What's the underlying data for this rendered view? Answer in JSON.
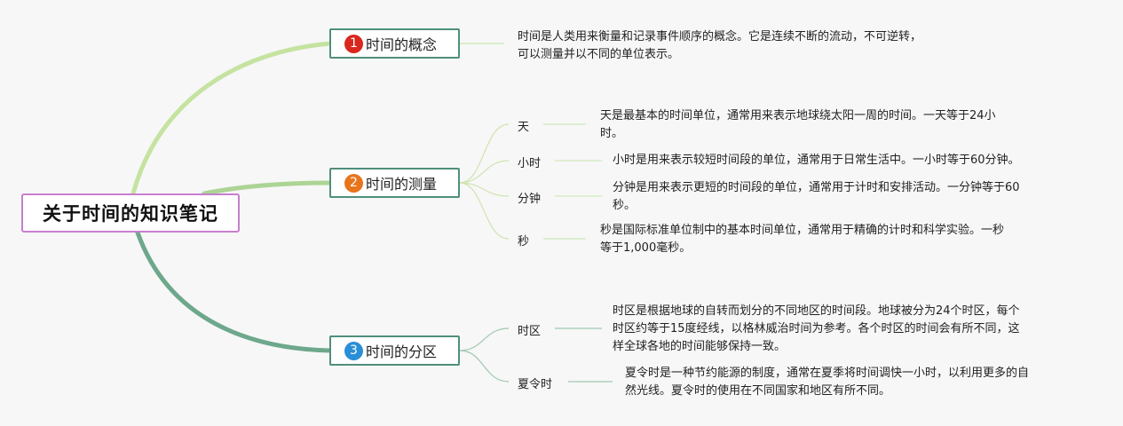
{
  "root": {
    "title": "关于时间的知识笔记"
  },
  "branches": [
    {
      "badge": "1",
      "badge_color": "#d9281e",
      "title": "时间的概念",
      "description": [
        "时间是人类用来衡量和记录事件顺序的概念。它是连续不断的流动，不可逆转，",
        "可以测量并以不同的单位表示。"
      ]
    },
    {
      "badge": "2",
      "badge_color": "#e8741c",
      "title": "时间的测量",
      "items": [
        {
          "label": "天",
          "description": [
            "天是最基本的时间单位，通常用来表示地球绕太阳一周的时间。一天等于24小",
            "时。"
          ]
        },
        {
          "label": "小时",
          "description": [
            "小时是用来表示较短时间段的单位，通常用于日常生活中。一小时等于60分钟。"
          ]
        },
        {
          "label": "分钟",
          "description": [
            "分钟是用来表示更短的时间段的单位，通常用于计时和安排活动。一分钟等于60",
            "秒。"
          ]
        },
        {
          "label": "秒",
          "description": [
            "秒是国际标准单位制中的基本时间单位，通常用于精确的计时和科学实验。一秒",
            "等于1,000毫秒。"
          ]
        }
      ]
    },
    {
      "badge": "3",
      "badge_color": "#2a8fd6",
      "title": "时间的分区",
      "items": [
        {
          "label": "时区",
          "description": [
            "时区是根据地球的自转而划分的不同地区的时间段。地球被分为24个时区，每个",
            "时区约等于15度经线，以格林威治时间为参考。各个时区的时间会有所不同，这",
            "样全球各地的时间能够保持一致。"
          ]
        },
        {
          "label": "夏令时",
          "description": [
            "夏令时是一种节约能源的制度，通常在夏季将时间调快一小时，以利用更多的自",
            "然光线。夏令时的使用在不同国家和地区有所不同。"
          ]
        }
      ]
    }
  ],
  "colors": {
    "root_border": "#c77fd0",
    "branch_border": "#4f8f7c",
    "curve_light": "#c5e3a0",
    "curve_dark": "#6ea88c"
  }
}
